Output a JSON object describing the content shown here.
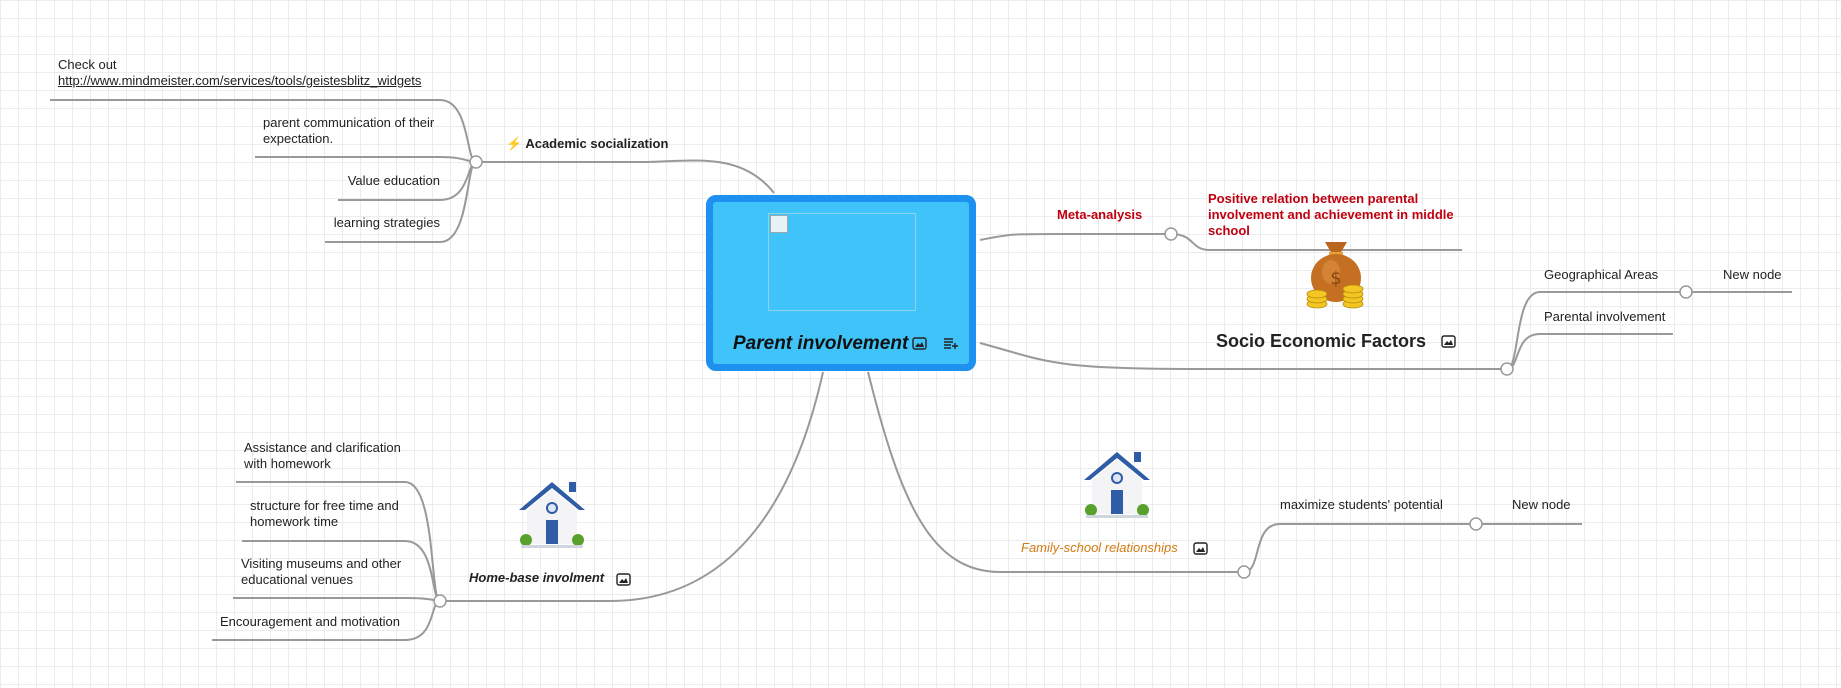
{
  "central": {
    "title": "Parent involvement",
    "icons": [
      "broken-image-icon",
      "image-icon",
      "note-icon"
    ]
  },
  "branches": {
    "academic": {
      "title": "Academic socialization",
      "icon": "lightning-icon",
      "icon_glyph": "⚡",
      "children": [
        {
          "text": "Check out",
          "link": "http://www.mindmeister.com/services/tools/geistesblitz_widgets"
        },
        {
          "text": "parent communication of their expectation."
        },
        {
          "text": "Value education"
        },
        {
          "text": "learning strategies"
        }
      ]
    },
    "meta": {
      "title": "Meta-analysis",
      "child": "Positive relation between parental involvement and achievement in middle school",
      "child_icon": "money-bag-icon"
    },
    "socio": {
      "title": "Socio Economic Factors",
      "children": [
        {
          "text": "Geographical Areas",
          "child": "New node"
        },
        {
          "text": "Parental involvement"
        }
      ]
    },
    "home": {
      "title": "Home-base involment",
      "icon": "house-icon",
      "children": [
        {
          "text": "Assistance and clarification with homework"
        },
        {
          "text": "structure for free time and homework time"
        },
        {
          "text": "Visiting museums and other educational venues"
        },
        {
          "text": "Encouragement and motivation"
        }
      ]
    },
    "family": {
      "title": "Family-school relationships",
      "icon": "house-icon",
      "children": [
        {
          "text": "maximize students' potential",
          "child": "New node"
        }
      ]
    }
  },
  "colors": {
    "central_fill": "#3fc3f8",
    "central_border": "#1e90f0",
    "red_text": "#c0000f",
    "orange_text": "#d07b10",
    "connector": "#999999"
  }
}
